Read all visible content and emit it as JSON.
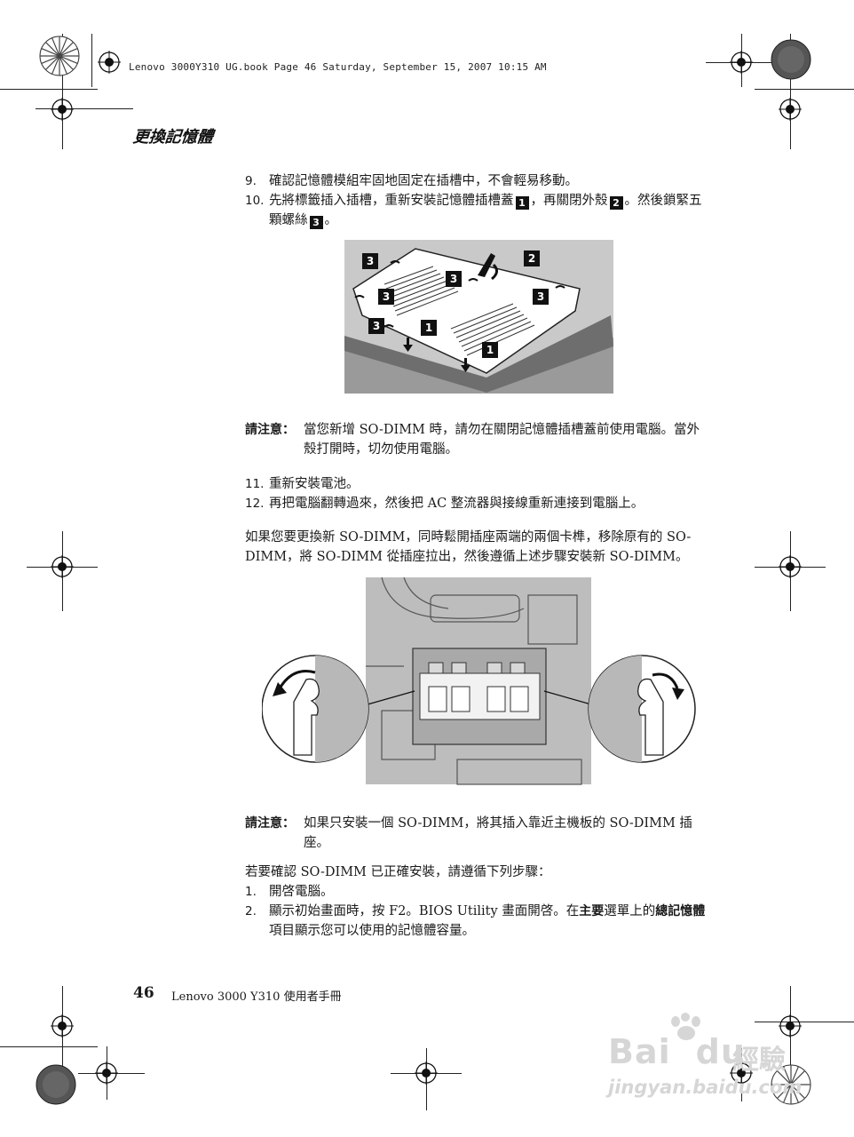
{
  "header": {
    "print_line": "Lenovo 3000Y310 UG.book  Page 46  Saturday, September 15, 2007  10:15 AM"
  },
  "section_title": "更換記憶體",
  "steps_a": [
    {
      "num": "9.",
      "text": "確認記憶體模組牢固地固定在插槽中，不會輕易移動。"
    },
    {
      "num": "10.",
      "text_1": "先將標籤插入插槽，重新安裝記憶體插槽蓋",
      "badge_1": "1",
      "text_2": "，再關閉外殼",
      "badge_2": "2",
      "text_3": "。然後鎖緊五顆螺絲",
      "badge_3": "3",
      "text_4": "。"
    }
  ],
  "figure1": {
    "callouts": [
      "3",
      "2",
      "3",
      "3",
      "3",
      "3",
      "1",
      "1"
    ]
  },
  "note1": {
    "label": "請注意：",
    "text": "當您新增 SO-DIMM 時，請勿在關閉記憶體插槽蓋前使用電腦。當外殼打開時，切勿使用電腦。"
  },
  "steps_b": [
    {
      "num": "11.",
      "text": "重新安裝電池。"
    },
    {
      "num": "12.",
      "text": "再把電腦翻轉過來，然後把 AC 整流器與接線重新連接到電腦上。"
    }
  ],
  "paragraph1": "如果您要更換新 SO-DIMM，同時鬆開插座兩端的兩個卡榫，移除原有的 SO-DIMM，將 SO-DIMM 從插座拉出，然後遵循上述步驟安裝新 SO-DIMM。",
  "note2": {
    "label": "請注意：",
    "text": "如果只安裝一個 SO-DIMM，將其插入靠近主機板的 SO-DIMM 插座。"
  },
  "paragraph2": "若要確認 SO-DIMM 已正確安裝，請遵循下列步驟：",
  "steps_c": [
    {
      "num": "1.",
      "text": "開啓電腦。"
    },
    {
      "num": "2.",
      "text_1": "顯示初始畫面時，按 F2。BIOS Utility 畫面開啓。在",
      "bold_1": "主要",
      "text_2": "選單上的",
      "bold_2": "總記憶體",
      "text_3": "項目顯示您可以使用的記憶體容量。"
    }
  ],
  "footer": {
    "page_number": "46",
    "title": "Lenovo 3000 Y310 使用者手冊"
  },
  "watermark": {
    "brand": "Bai",
    "brand_2": "du",
    "cn": "經驗",
    "url": "jingyan.baidu.com"
  }
}
